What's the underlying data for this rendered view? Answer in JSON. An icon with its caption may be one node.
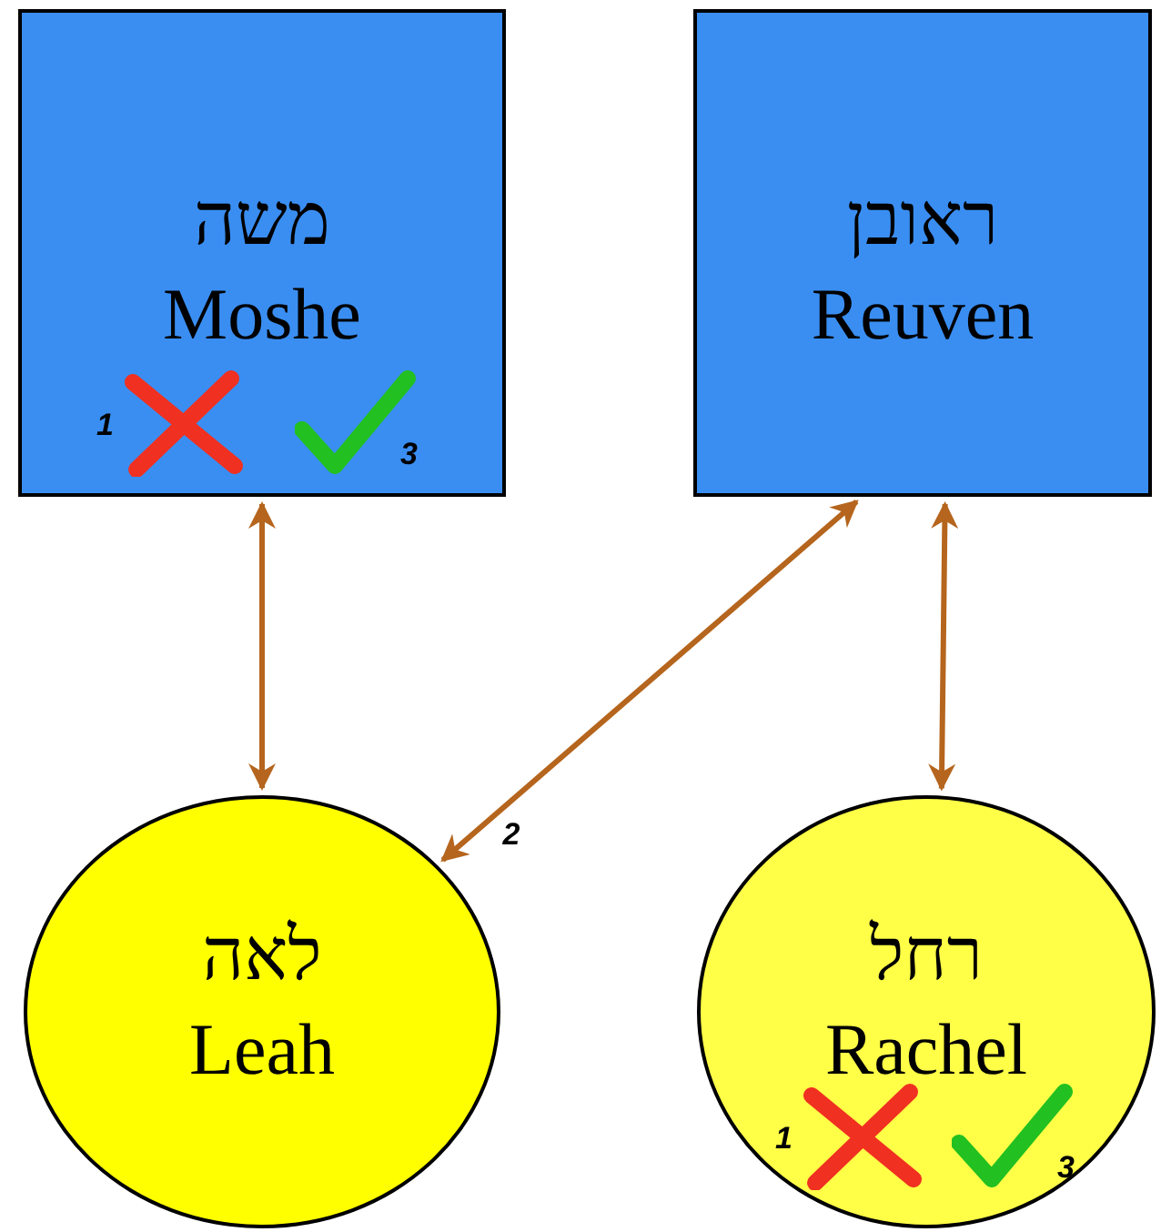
{
  "diagram": {
    "nodes": [
      {
        "text": [
          "משה",
          "Moshe"
        ]
      },
      {
        "text": [
          "ראובן",
          "Reuven"
        ]
      },
      {
        "text": [
          "לאה",
          "Leah"
        ]
      },
      {
        "text": [
          "רחל",
          "Rachel"
        ]
      }
    ],
    "edges": [
      {
        "from": 0,
        "to": 2,
        "arrow": "both"
      },
      {
        "from": 1,
        "to": 2,
        "arrow": "both",
        "label": "2"
      },
      {
        "from": 1,
        "to": 3,
        "arrow": "both"
      }
    ],
    "labels": [
      "1",
      "3",
      "1",
      "3"
    ]
  }
}
